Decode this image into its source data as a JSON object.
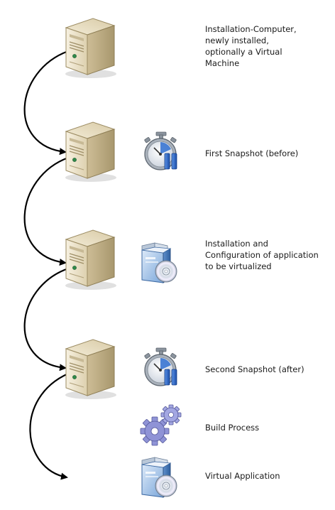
{
  "diagram": {
    "steps": [
      {
        "label": "Installation-Computer,\nnewly installed,\noptionally a Virtual\nMachine"
      },
      {
        "label": "First Snapshot (before)",
        "icon": "stopwatch-icon"
      },
      {
        "label": "Installation and\nConfiguration of application\nto be virtualized",
        "icon": "installer-box-icon"
      },
      {
        "label": "Second Snapshot (after)",
        "icon": "stopwatch-icon"
      },
      {
        "label": "Build Process",
        "icon": "gears-icon"
      },
      {
        "label": "Virtual Application",
        "icon": "installer-box-icon"
      }
    ],
    "computer_icon": "server-tower-icon",
    "connector": "curved-arrow",
    "colors": {
      "tower_body": "#eee5cf",
      "tower_side": "#c9b993",
      "stopwatch_blue": "#2f6fd0",
      "gears": "#8f93d6",
      "arrow": "#000000"
    }
  }
}
